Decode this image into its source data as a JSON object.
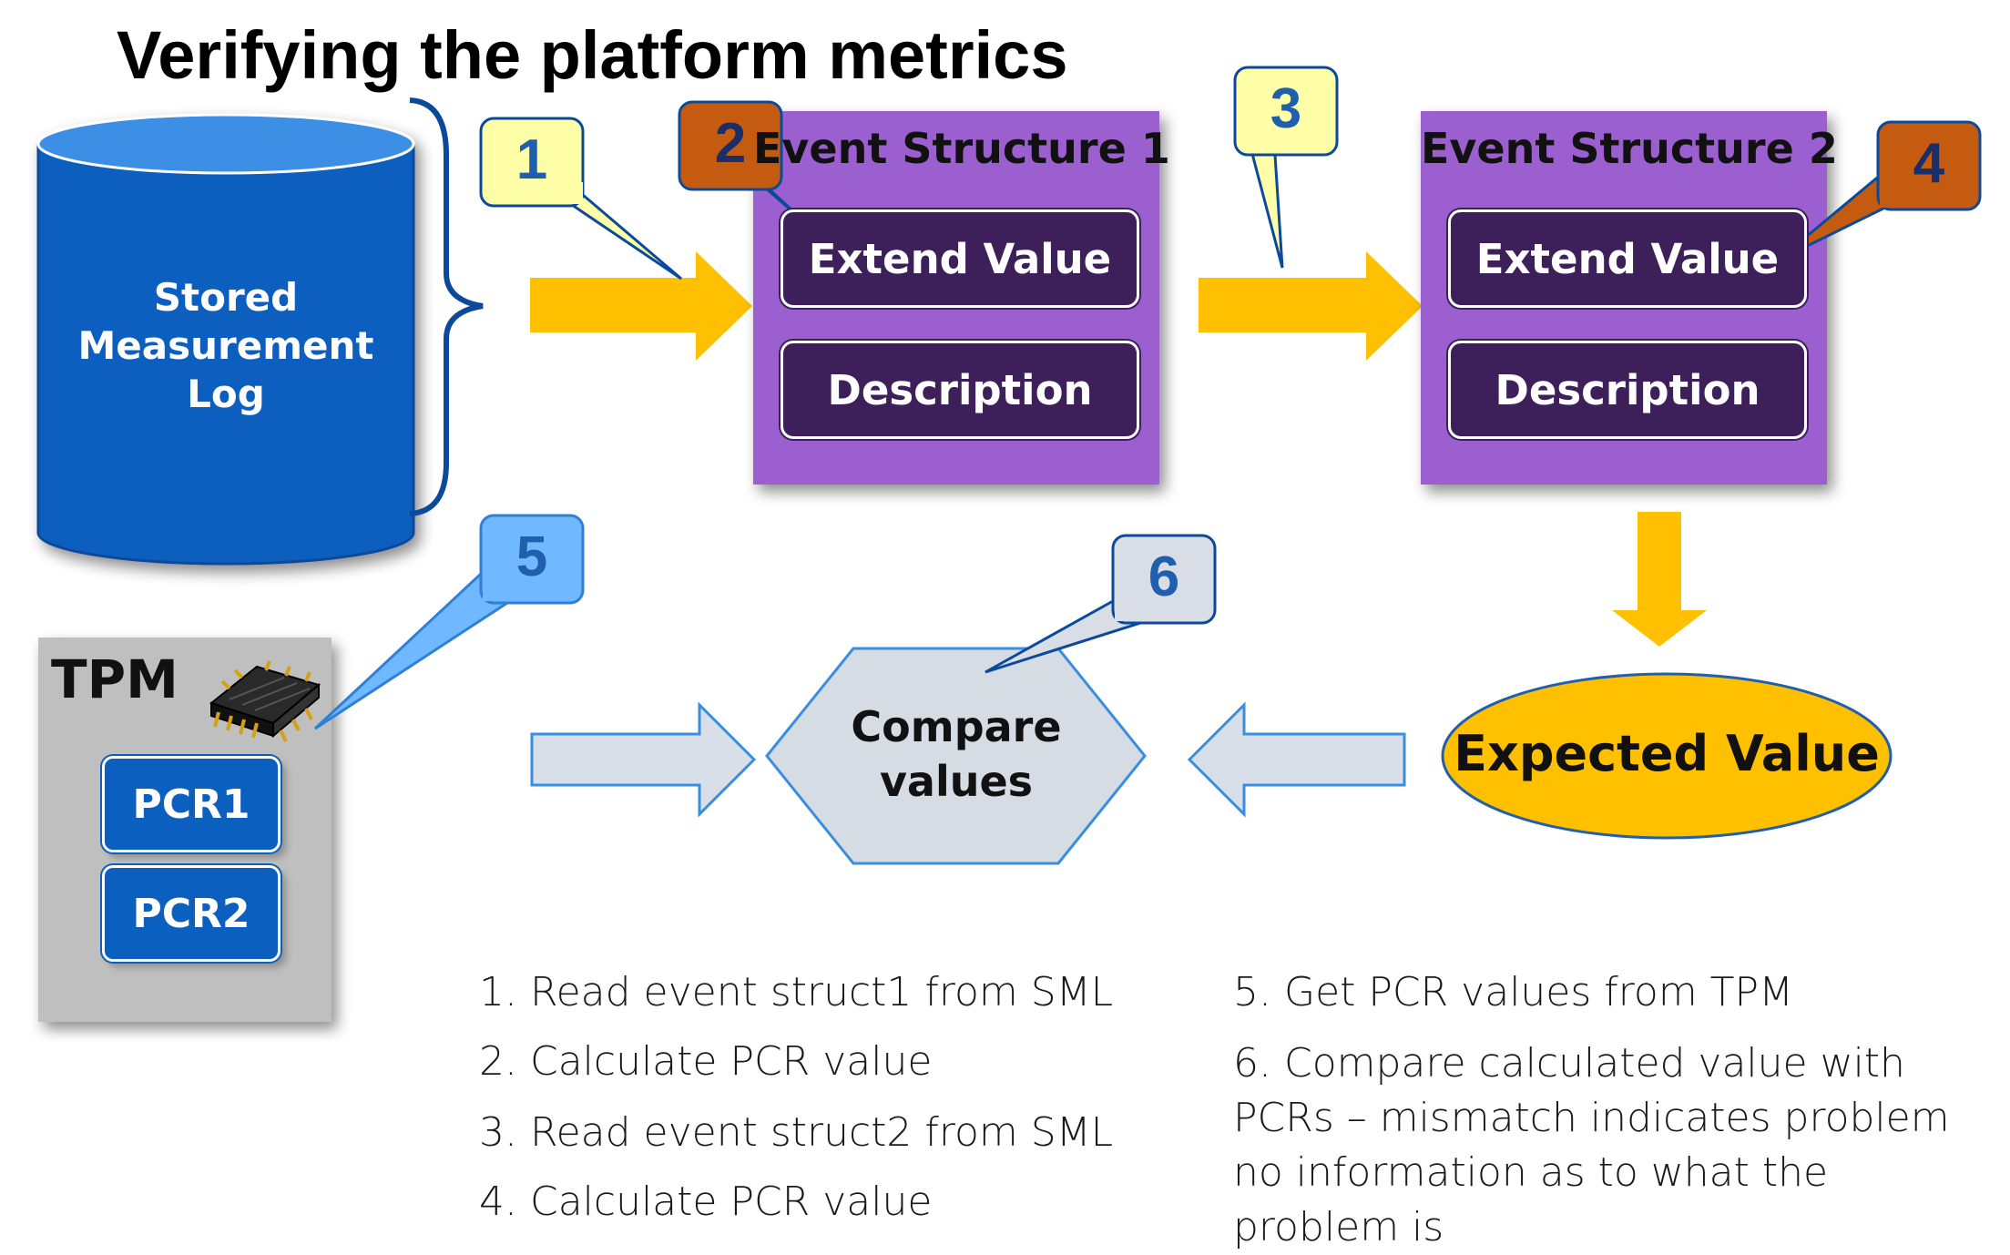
{
  "title": "Verifying the platform metrics",
  "log": {
    "label": "Stored\nMeasurement\nLog",
    "line1": "Stored",
    "line2": "Measurement",
    "line3": "Log"
  },
  "event1": {
    "title": "Event Structure 1",
    "extend": "Extend Value",
    "description": "Description"
  },
  "event2": {
    "title": "Event Structure 2",
    "extend": "Extend Value",
    "description": "Description"
  },
  "tpm": {
    "label": "TPM",
    "pcr1": "PCR1",
    "pcr2": "PCR2"
  },
  "compare": {
    "line1": "Compare",
    "line2": "values"
  },
  "expected": "Expected Value",
  "callouts": [
    "1",
    "2",
    "3",
    "4",
    "5",
    "6"
  ],
  "steps_left": [
    "1. Read event struct1 from SML",
    "2. Calculate PCR value",
    "3. Read event struct2 from SML",
    "4. Calculate PCR value"
  ],
  "steps_right": [
    "5. Get PCR values from TPM",
    "6. Compare calculated value with PCRs – mismatch indicates problem no information as to what the problem is"
  ],
  "colors": {
    "cylinder": "#0b5fbf",
    "event_bg": "#9b5fd0",
    "event_inner": "#3d1f5a",
    "arrow_yellow": "#ffc000",
    "callout_yellow": "#ffffa8",
    "callout_orange": "#c55a11",
    "callout_blue": "#70b8ff",
    "callout_grey": "#d8dde6",
    "tpm_bg": "#bfbfbf",
    "hexagon": "#d6dce4",
    "grey_arrow": "#d9dfe8"
  }
}
